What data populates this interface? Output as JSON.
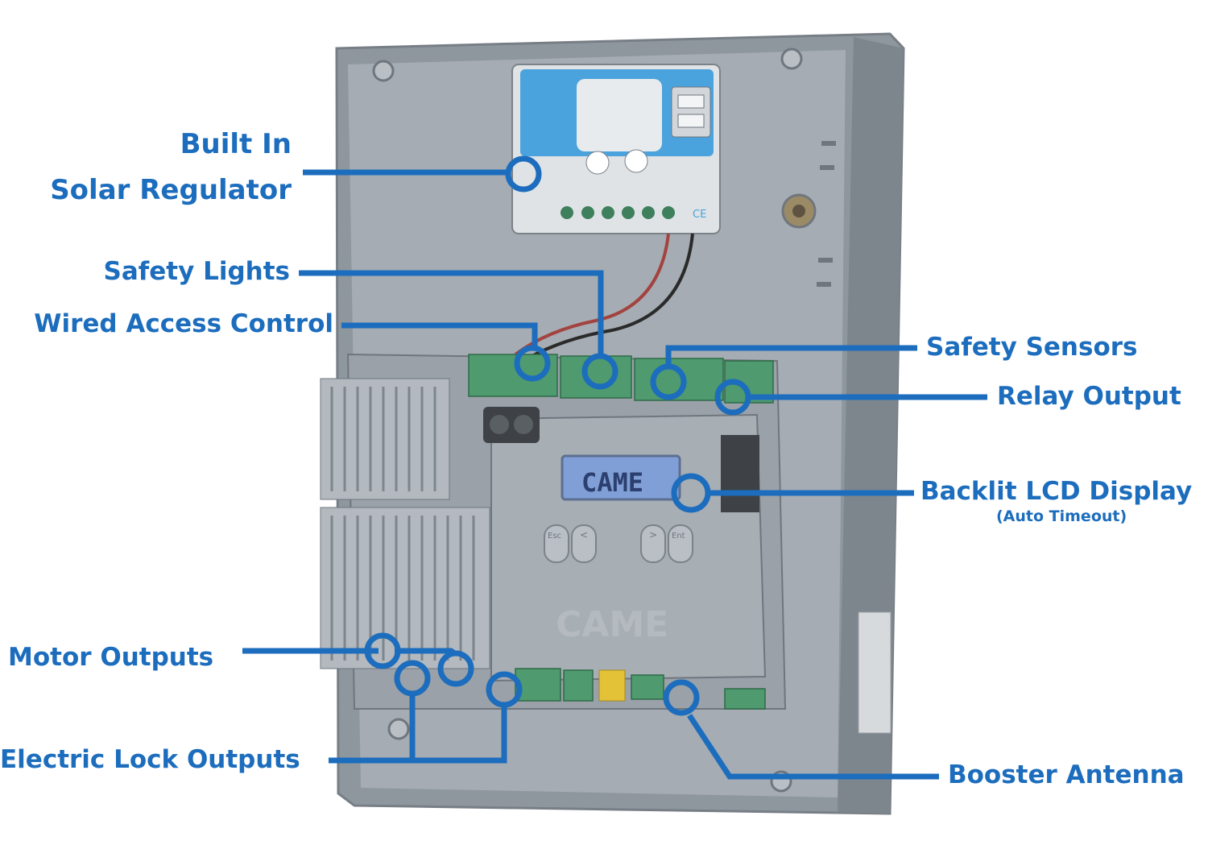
{
  "colors": {
    "accent": "#1c6dbd",
    "enclosure": "#8e969e",
    "enclosure_inner": "#a5acb3",
    "board": "#9aa1a8",
    "terminal": "#4f9a6e",
    "lcd": "#7f9fd6",
    "regulator_face": "#4aa3dc"
  },
  "device": {
    "brand": "CAME",
    "lcd_text": "CAME",
    "regulator_mark": "CE"
  },
  "labels": {
    "built_in": "Built In",
    "solar_regulator": "Solar Regulator",
    "safety_lights": "Safety Lights",
    "wired_access_control": "Wired Access Control",
    "safety_sensors": "Safety Sensors",
    "relay_output": "Relay Output",
    "backlit_lcd_display": "Backlit LCD Display",
    "auto_timeout": "(Auto Timeout)",
    "motor_outputs": "Motor Outputs",
    "electric_lock_outputs": "Electric Lock Outputs",
    "booster_antenna": "Booster Antenna"
  },
  "buttons": {
    "esc": "Esc",
    "left": "<",
    "right": ">",
    "enter": "Ent"
  }
}
